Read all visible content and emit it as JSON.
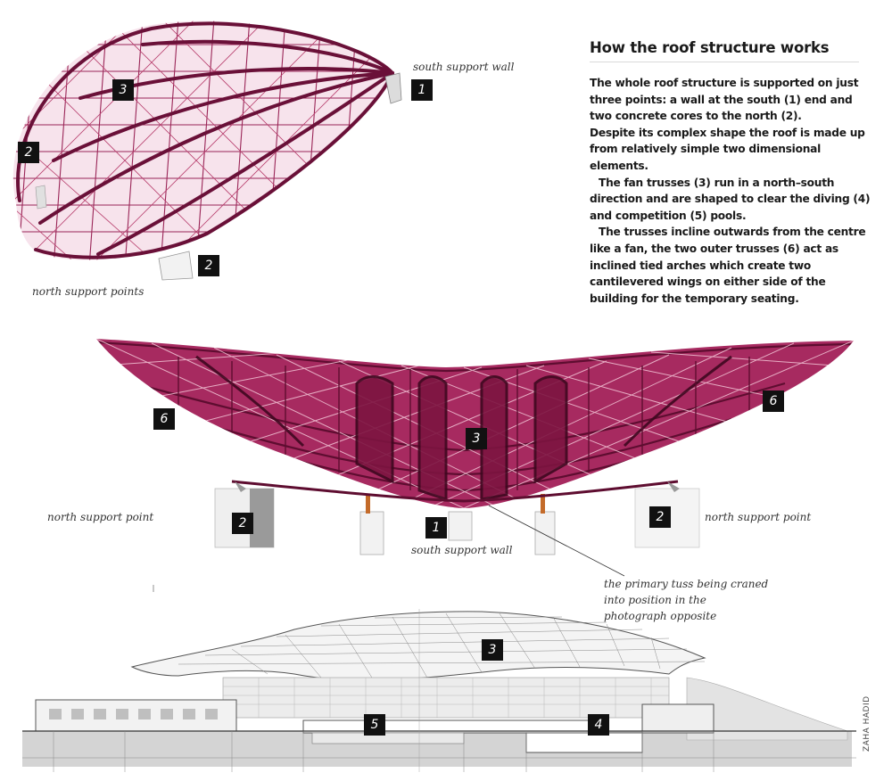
{
  "article": {
    "heading": "How the roof structure works",
    "paragraphs": [
      "The whole roof structure is supported on just three points: a wall at the south (1) end and two concrete cores to the north (2).",
      "Despite its complex shape the roof is made up from relatively simple two dimensional elements.",
      "The fan trusses (3) run in a north–south direction and are shaped to clear the diving (4) and competition (5) pools.",
      "The trusses incline outwards from the centre like a fan, the two outer trusses (6) act as inclined tied arches which create two cantilevered wings on either side of the building for the temporary seating."
    ]
  },
  "captions": {
    "plan_south": "south support wall",
    "plan_north": "north support points",
    "elev_north_left": "north support point",
    "elev_north_right": "north support point",
    "elev_south": "south support wall",
    "truss_note": [
      "the primary tuss being craned",
      "into position in the",
      "photograph opposite"
    ]
  },
  "credit": "ZAHA HADID",
  "markers": {
    "plan_1": "1",
    "plan_2_left": "2",
    "plan_2_bottom": "2",
    "plan_3": "3",
    "elev_6_left": "6",
    "elev_6_right": "6",
    "elev_3": "3",
    "elev_2_left": "2",
    "elev_2_right": "2",
    "elev_1": "1",
    "sect_3": "3",
    "sect_5": "5",
    "sect_4": "4"
  },
  "colors": {
    "truss": "#8f1d4f",
    "truss_dark": "#6a1038",
    "truss_light": "#c2547e",
    "marker_bg": "#111111",
    "support": "#eeeeee"
  }
}
